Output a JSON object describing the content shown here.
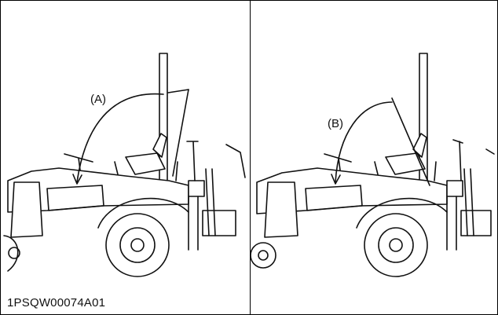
{
  "figure": {
    "part_code": "1PSQW00074A01",
    "panels": [
      {
        "label": "(A)"
      },
      {
        "label": "(B)"
      }
    ],
    "colors": {
      "line": "#111111",
      "background": "#ffffff"
    }
  }
}
